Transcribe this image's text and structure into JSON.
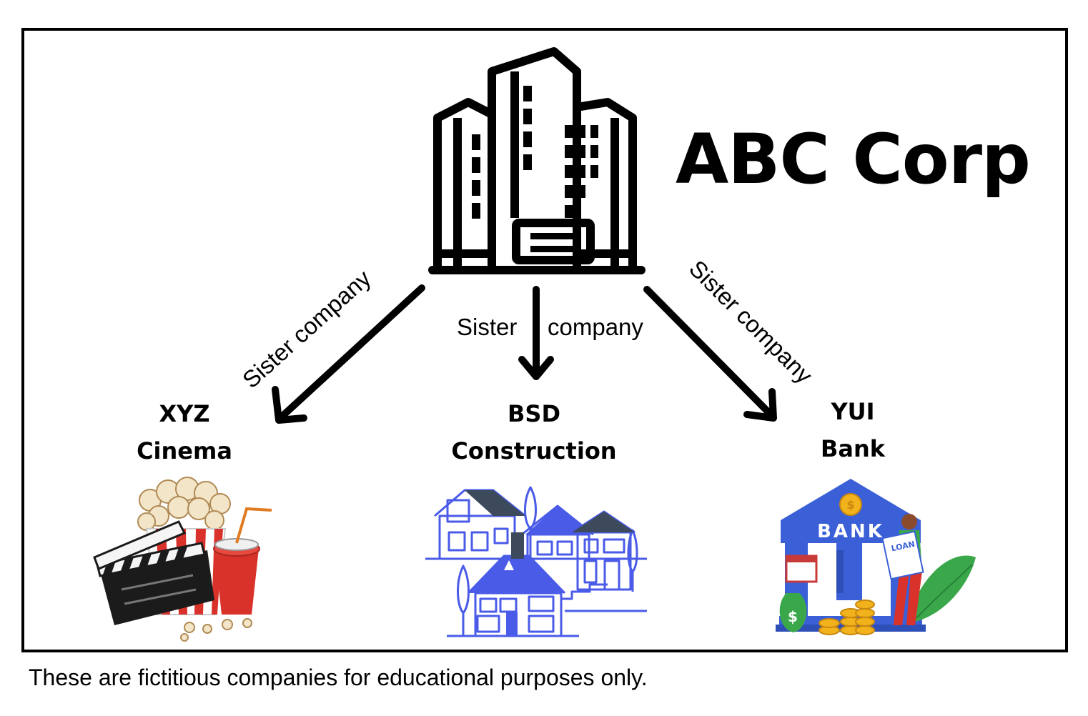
{
  "parent": {
    "name": "ABC Corp",
    "icon": "office-building-icon"
  },
  "relation_label": "Sister company",
  "relation_label_split": [
    "Sister",
    "company"
  ],
  "companies": [
    {
      "line1": "XYZ",
      "line2": "Cinema",
      "icon": "cinema-popcorn-clapperboard-icon"
    },
    {
      "line1": "BSD",
      "line2": "Construction",
      "icon": "houses-construction-icon"
    },
    {
      "line1": "YUI",
      "line2": "Bank",
      "icon": "bank-building-icon"
    }
  ],
  "bank_sign": "BANK",
  "loan_sign": "LOAN",
  "dollar_sign": "$",
  "footnote": "These are fictitious companies for educational purposes only.",
  "colors": {
    "popcorn_red": "#d9322b",
    "house_blue": "#4a5be8",
    "bank_blue": "#3b5fd6",
    "gold": "#f2b21c",
    "leaf_green": "#3aa84a"
  }
}
